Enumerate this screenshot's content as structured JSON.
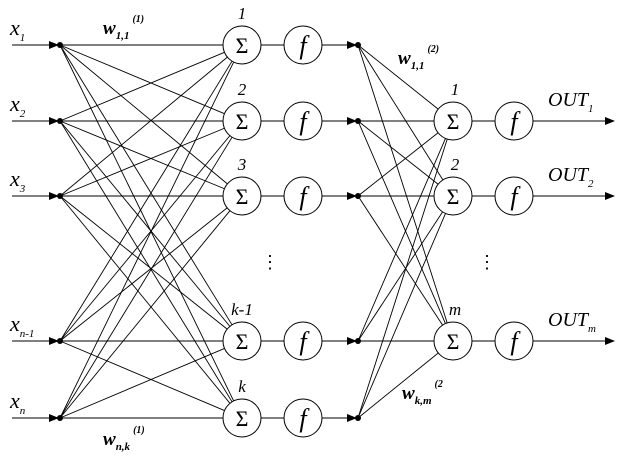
{
  "inputs": [
    {
      "base": "x",
      "sub": "1"
    },
    {
      "base": "x",
      "sub": "2"
    },
    {
      "base": "x",
      "sub": "3"
    },
    {
      "base": "x",
      "sub": "n-1"
    },
    {
      "base": "x",
      "sub": "n"
    }
  ],
  "hidden_neurons": [
    "1",
    "2",
    "3",
    "k-1",
    "k"
  ],
  "output_neurons": [
    "1",
    "2",
    "m"
  ],
  "outputs": [
    {
      "base": "OUT",
      "sub": "1"
    },
    {
      "base": "OUT",
      "sub": "2"
    },
    {
      "base": "OUT",
      "sub": "m"
    }
  ],
  "sum_symbol": "Σ",
  "activation_symbol": "f",
  "ellipsis": "⋮",
  "weights": {
    "w_top_layer1": {
      "base": "w",
      "sub": "1,1",
      "sup": "(1)"
    },
    "w_bottom_layer1": {
      "base": "w",
      "sub": "n,k",
      "sup": "(1)"
    },
    "w_top_layer2": {
      "base": "w",
      "sub": "1,1",
      "sup": "(2)"
    },
    "w_bottom_layer2": {
      "base": "w",
      "sub": "k,m",
      "sup": "(2"
    }
  }
}
